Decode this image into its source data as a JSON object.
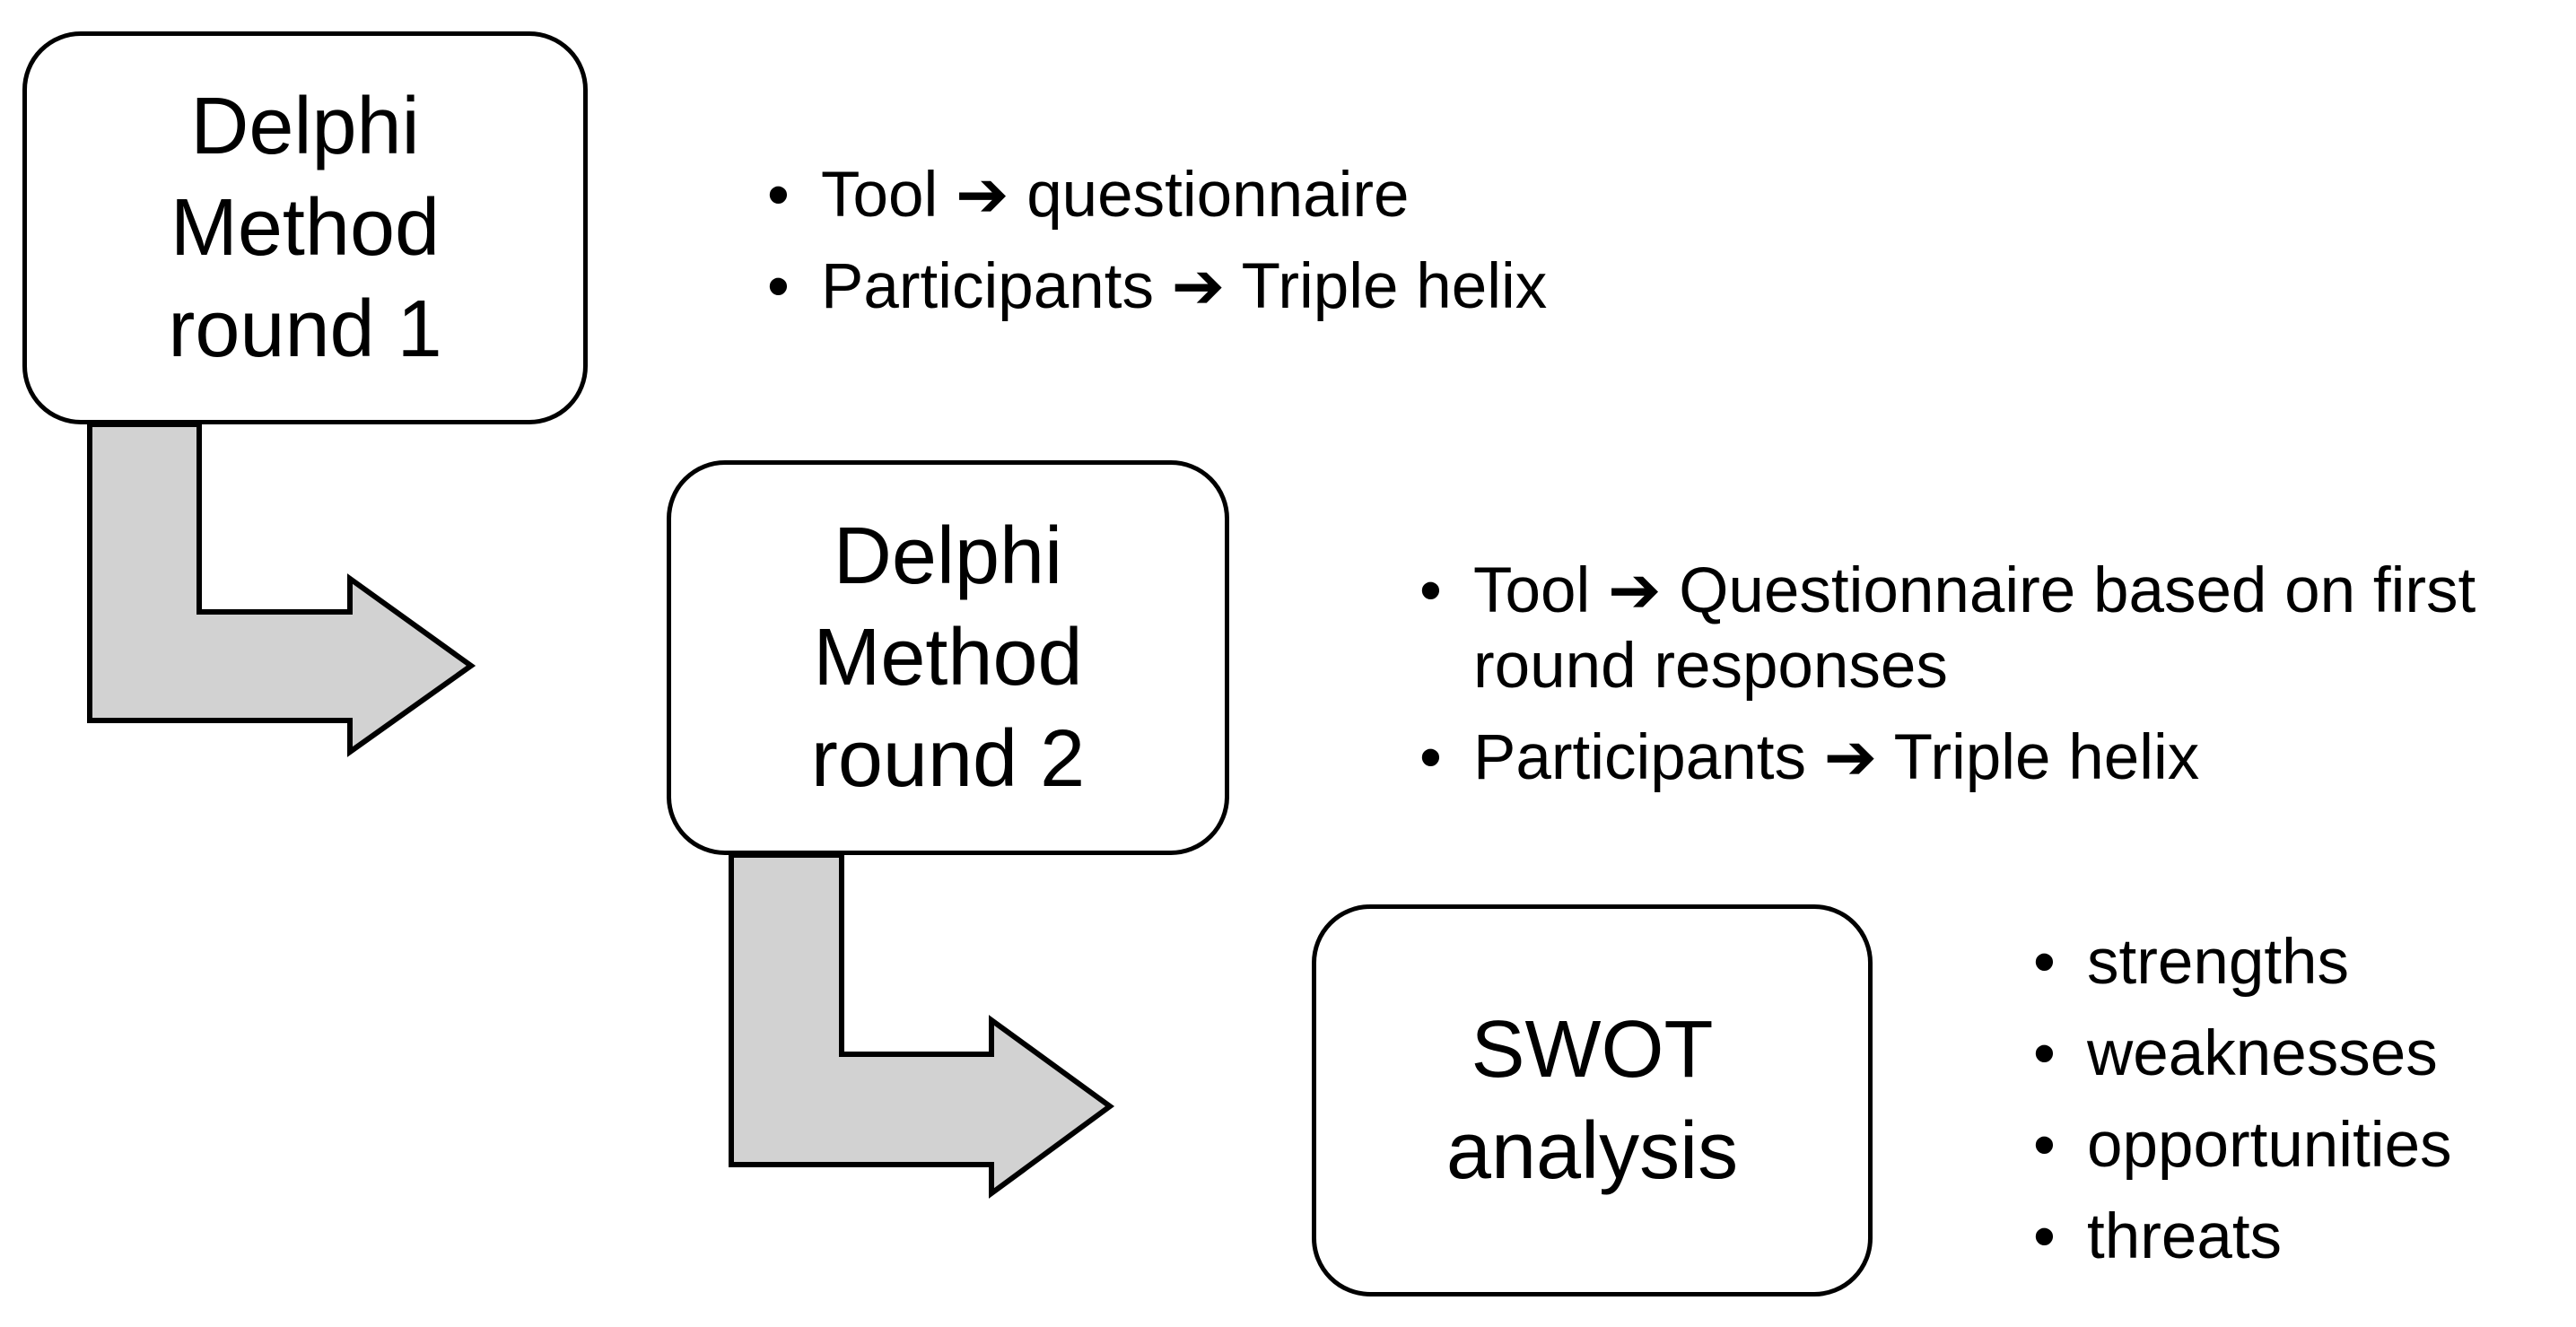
{
  "diagram": {
    "background_color": "#ffffff",
    "box_border_color": "#000000",
    "text_color": "#000000",
    "arrow_fill": "#d2d2d2",
    "bullet_char": "•",
    "boxes": [
      {
        "id": "delphi-round-1",
        "label": "Delphi\nMethod\nround 1"
      },
      {
        "id": "delphi-round-2",
        "label": "Delphi\nMethod\nround 2"
      },
      {
        "id": "swot",
        "label": "SWOT\nanalysis"
      }
    ],
    "arrows": [
      {
        "name": "arrow-round1-to-round2"
      },
      {
        "name": "arrow-round2-to-swot"
      }
    ],
    "bullet_groups": [
      {
        "for": "delphi-round-1",
        "items": [
          "Tool ➔ questionnaire",
          "Participants ➔ Triple helix"
        ]
      },
      {
        "for": "delphi-round-2",
        "items": [
          "Tool ➔ Questionnaire based on first\nround responses",
          "Participants ➔ Triple helix"
        ]
      },
      {
        "for": "swot",
        "items": [
          "strengths",
          "weaknesses",
          "opportunities",
          "threats"
        ]
      }
    ]
  }
}
